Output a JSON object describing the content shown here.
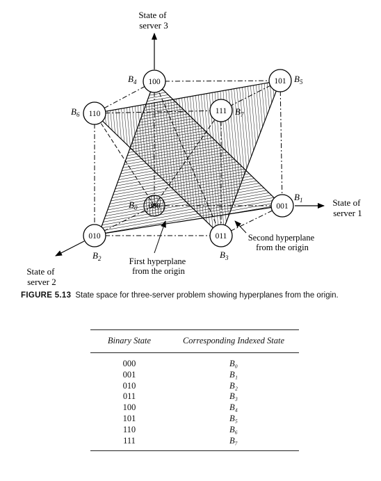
{
  "figure": {
    "axis_server3": [
      "State of",
      "server 3"
    ],
    "axis_server1": [
      "State of",
      "server 1"
    ],
    "axis_server2": [
      "State of",
      "server 2"
    ],
    "nodes": [
      {
        "code": "000",
        "label": "B",
        "sub": "0"
      },
      {
        "code": "001",
        "label": "B",
        "sub": "1"
      },
      {
        "code": "010",
        "label": "B",
        "sub": "2"
      },
      {
        "code": "011",
        "label": "B",
        "sub": "3"
      },
      {
        "code": "100",
        "label": "B",
        "sub": "4"
      },
      {
        "code": "101",
        "label": "B",
        "sub": "5"
      },
      {
        "code": "110",
        "label": "B",
        "sub": "6"
      },
      {
        "code": "111",
        "label": "B",
        "sub": "7"
      }
    ],
    "first_hyperplane": [
      "First hyperplane",
      "from the origin"
    ],
    "second_hyperplane": [
      "Second hyperplane",
      "from the origin"
    ]
  },
  "caption": {
    "number": "FIGURE 5.13",
    "text": "State space for three-server problem showing hyperplanes from the origin."
  },
  "table": {
    "headers": [
      "Binary State",
      "Corresponding Indexed State"
    ],
    "rows": [
      {
        "binary": "000",
        "indexed": "B₀"
      },
      {
        "binary": "001",
        "indexed": "B₁"
      },
      {
        "binary": "010",
        "indexed": "B₂"
      },
      {
        "binary": "011",
        "indexed": "B₃"
      },
      {
        "binary": "100",
        "indexed": "B₄"
      },
      {
        "binary": "101",
        "indexed": "B₅"
      },
      {
        "binary": "110",
        "indexed": "B₆"
      },
      {
        "binary": "111",
        "indexed": "B₇"
      }
    ]
  }
}
